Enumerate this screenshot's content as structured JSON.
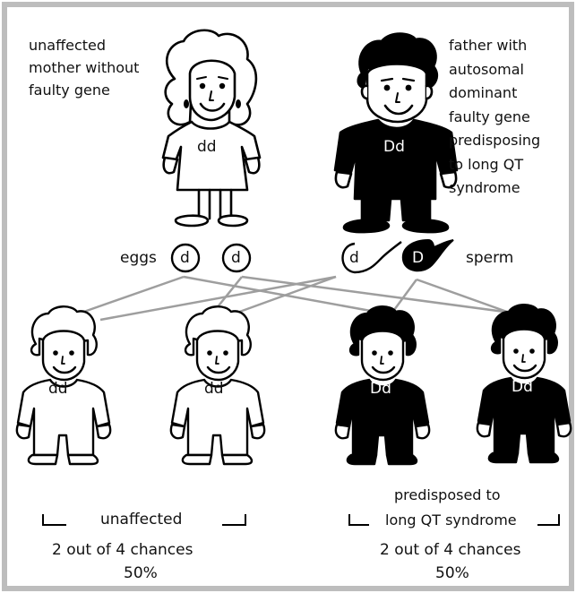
{
  "mother": {
    "label_lines": [
      "unaffected",
      "mother without",
      "faulty gene"
    ],
    "genotype": "dd"
  },
  "father": {
    "label_lines": [
      "father with",
      "autosomal",
      "dominant",
      "faulty gene",
      "predisposing",
      "to long QT",
      "syndrome"
    ],
    "genotype": "Dd"
  },
  "gametes": {
    "eggs_label": "eggs",
    "egg_alleles": [
      "d",
      "d"
    ],
    "sperm_label": "sperm",
    "sperm_alleles": [
      "d",
      "D"
    ]
  },
  "children": [
    {
      "genotype": "dd",
      "affected": false
    },
    {
      "genotype": "dd",
      "affected": false
    },
    {
      "genotype": "Dd",
      "affected": true
    },
    {
      "genotype": "Dd",
      "affected": true
    }
  ],
  "groups": [
    {
      "label": "unaffected",
      "chances": "2 out of 4 chances",
      "percent": "50%"
    },
    {
      "label_lines": [
        "predisposed to",
        "long QT syndrome"
      ],
      "chances": "2 out of 4 chances",
      "percent": "50%"
    }
  ],
  "colors": {
    "border": "#bdbdbd",
    "cross_lines": "#9e9e9e",
    "affected_fill": "#000000",
    "unaffected_fill": "#ffffff"
  }
}
